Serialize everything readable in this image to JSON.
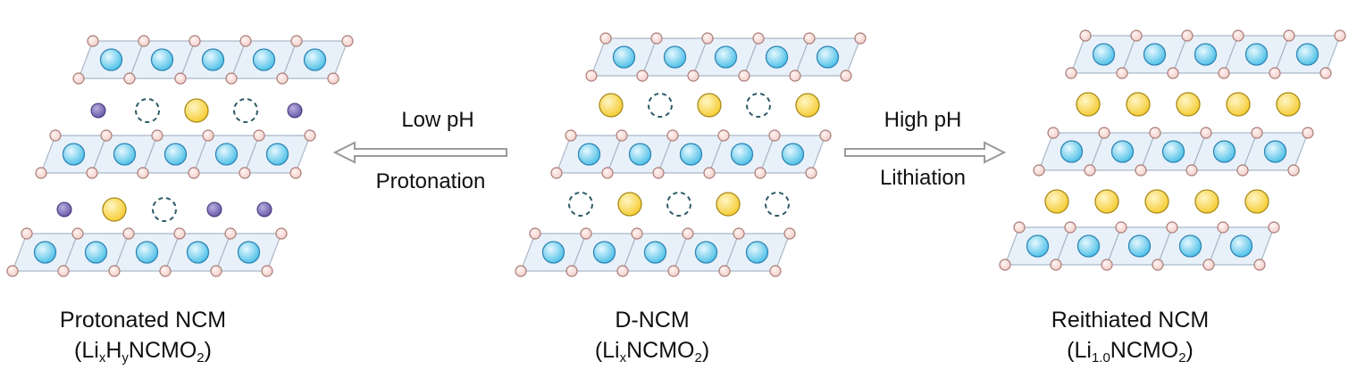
{
  "panels": [
    {
      "id": "protonated",
      "name": "Protonated NCM",
      "formula": [
        {
          "text": "(Li",
          "sub": false
        },
        {
          "text": "x",
          "sub": true
        },
        {
          "text": "H",
          "sub": false
        },
        {
          "text": "y",
          "sub": true
        },
        {
          "text": "NCMO",
          "sub": false
        },
        {
          "text": "2",
          "sub": true
        },
        {
          "text": ")",
          "sub": false
        }
      ],
      "layer_rows": [
        [
          "Li-small",
          "vacancy",
          "Li",
          "vacancy",
          "Li-small"
        ],
        [
          "Li-small",
          "Li",
          "vacancy",
          "Li-small",
          "Li-small"
        ]
      ]
    },
    {
      "id": "dncm",
      "name": "D-NCM",
      "formula": [
        {
          "text": "(Li",
          "sub": false
        },
        {
          "text": "x",
          "sub": true
        },
        {
          "text": "NCMO",
          "sub": false
        },
        {
          "text": "2",
          "sub": true
        },
        {
          "text": ")",
          "sub": false
        }
      ],
      "layer_rows": [
        [
          "Li",
          "vacancy",
          "Li",
          "vacancy",
          "Li"
        ],
        [
          "vacancy",
          "Li",
          "vacancy",
          "Li",
          "vacancy"
        ]
      ]
    },
    {
      "id": "relithiated",
      "name": "Reithiated NCM",
      "formula": [
        {
          "text": "(Li",
          "sub": false
        },
        {
          "text": "1.0",
          "sub": true
        },
        {
          "text": "NCMO",
          "sub": false
        },
        {
          "text": "2",
          "sub": true
        },
        {
          "text": ")",
          "sub": false
        }
      ],
      "layer_rows": [
        [
          "Li",
          "Li",
          "Li",
          "Li",
          "Li"
        ],
        [
          "Li",
          "Li",
          "Li",
          "Li",
          "Li"
        ]
      ]
    }
  ],
  "arrows": [
    {
      "id": "to-protonated",
      "direction": "left",
      "top_label": "Low pH",
      "bottom_label": "Protonation"
    },
    {
      "id": "to-relithiated",
      "direction": "right",
      "top_label": "High pH",
      "bottom_label": "Lithiation"
    }
  ],
  "colors": {
    "tm_fill": "#52c2e8",
    "tm_edge": "#2f86b5",
    "li_fill": "#f6cd37",
    "li_edge": "#a88a18",
    "proton_fill": "#6a5ba8",
    "oxygen_fill": "#f3d0cb",
    "oxygen_edge": "#a97b76",
    "slab_fill": "#e6eff8",
    "slab_edge": "#aab8c8",
    "vacancy_edge": "#2e5a66",
    "arrow": "#9a9a9a"
  }
}
